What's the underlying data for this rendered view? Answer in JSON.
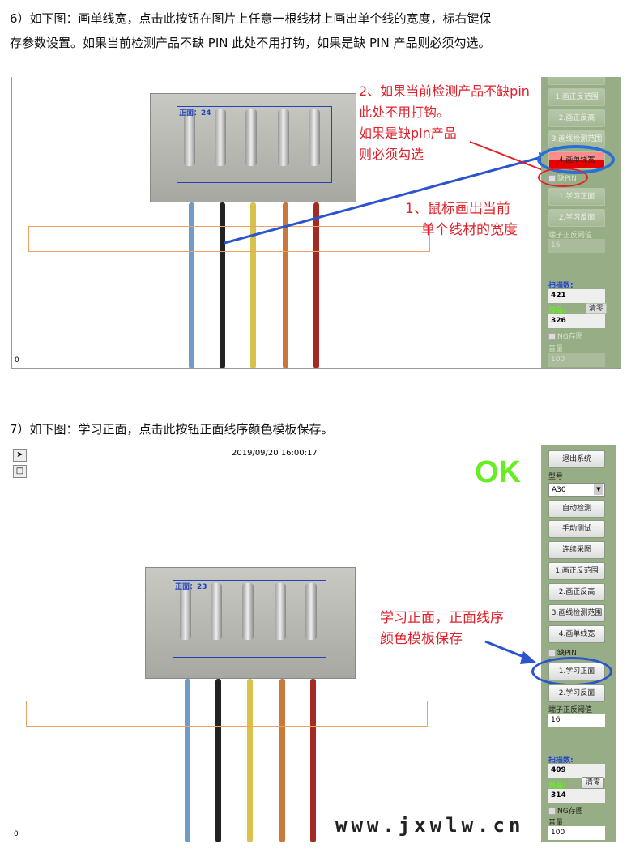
{
  "section6": {
    "line1": "6）如下图：画单线宽，点击此按钮在图片上任意一根线材上画出单个线的宽度，标右键保",
    "line2": "存参数设置。如果当前检测产品不缺 PIN 此处不用打钩，如果是缺 PIN 产品则必须勾选。"
  },
  "shot1": {
    "roi_label": "正面：24",
    "zero": "0",
    "annotations": {
      "a2_l1": "2、如果当前检测产品不缺pin",
      "a2_l2": "此处不用打钩。",
      "a2_l3": "如果是缺pin产品",
      "a2_l4": "则必须勾选",
      "a1_l1": "1、鼠标画出当前",
      "a1_l2": "单个线材的宽度"
    },
    "panel": {
      "btn_draw_range": "1.画正反范围",
      "btn_draw_height": "2.画正反高",
      "btn_draw_line_range": "3.画线检测范围",
      "btn_single_width": "4.画单线宽",
      "missing_pin": "缺PIN",
      "btn_learn_front": "1.学习正面",
      "btn_learn_back": "2.学习反面",
      "threshold_label": "端子正反阈值",
      "threshold_value": "16",
      "scan_label": "扫描数:",
      "scan_value": "421",
      "good_label": "良品:",
      "clear": "清零",
      "good_value": "326",
      "ng_save": "NG存图",
      "volume_label": "音量",
      "volume_value": "100"
    }
  },
  "section7": {
    "line1": "7）如下图：学习正面，点击此按钮正面线序颜色模板保存。"
  },
  "shot2": {
    "timestamp": "2019/09/20 16:00:17",
    "status": "OK",
    "roi_label": "正面：23",
    "zero": "0",
    "annotation_l1": "学习正面，正面线序",
    "annotation_l2": "颜色模板保存",
    "watermark": "www.jxwlw.cn",
    "panel": {
      "btn_exit": "退出系统",
      "model_label": "型号",
      "model_value": "A30",
      "btn_auto": "自动检测",
      "btn_manual": "手动测试",
      "btn_continuous": "连续采图",
      "btn_draw_range": "1.画正反范围",
      "btn_draw_height": "2.画正反高",
      "btn_draw_line_range": "3.画线检测范围",
      "btn_single_width": "4.画单线宽",
      "missing_pin": "缺PIN",
      "btn_learn_front": "1.学习正面",
      "btn_learn_back": "2.学习反面",
      "threshold_label": "端子正反阈值",
      "threshold_value": "16",
      "scan_label": "扫描数:",
      "scan_value": "409",
      "good_label": "良品:",
      "clear": "清零",
      "good_value": "314",
      "ng_save": "NG存图",
      "volume_label": "音量",
      "volume_value": "100"
    }
  },
  "colors": {
    "panel": "#97ad86",
    "annotation_red": "#e0202a",
    "ok_green": "#66ee22",
    "highlight_blue": "#2a6fd6"
  }
}
